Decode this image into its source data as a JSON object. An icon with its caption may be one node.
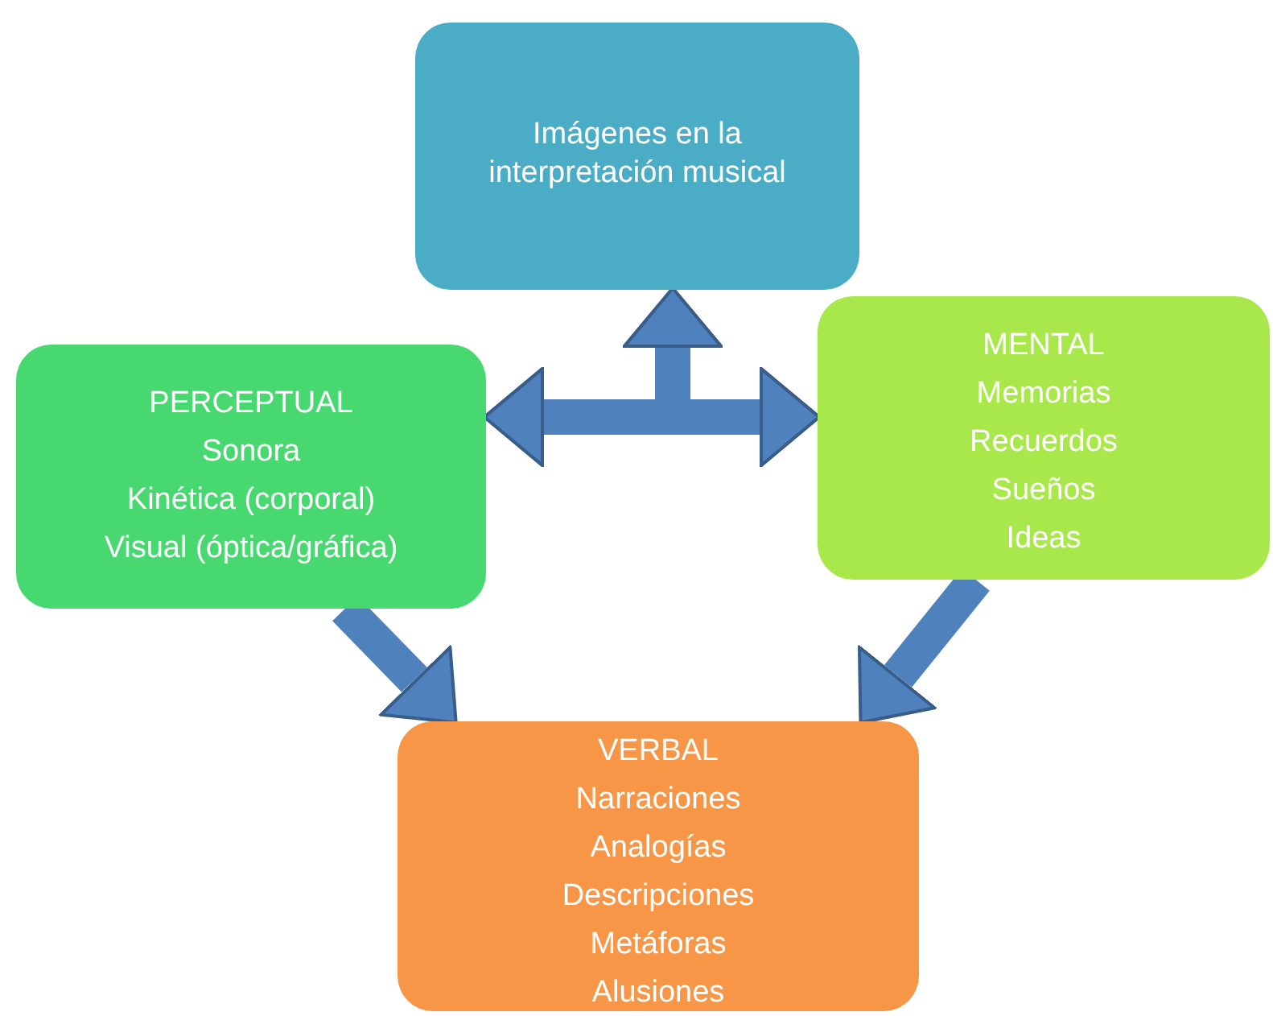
{
  "diagram": {
    "nodes": [
      {
        "text": [
          "Imágenes en la interpretación musical"
        ]
      },
      {
        "text": [
          "PERCEPTUAL",
          "Sonora",
          "Kinética (corporal)",
          "Visual (óptica/gráfica)"
        ]
      },
      {
        "text": [
          "MENTAL",
          "Memorias",
          "Recuerdos",
          "Sueños",
          "Ideas"
        ]
      },
      {
        "text": [
          "VERBAL",
          "Narraciones",
          "Analogías",
          "Descripciones",
          "Metáforas",
          "Alusiones"
        ]
      }
    ],
    "edges": [
      {
        "from": 1,
        "to": 2,
        "arrow": "both"
      },
      {
        "from": 1,
        "to": 0,
        "arrow": "both"
      },
      {
        "from": 2,
        "to": 0,
        "arrow": "both"
      },
      {
        "from": 1,
        "to": 3,
        "arrow": "to"
      },
      {
        "from": 2,
        "to": 3,
        "arrow": "to"
      }
    ]
  }
}
